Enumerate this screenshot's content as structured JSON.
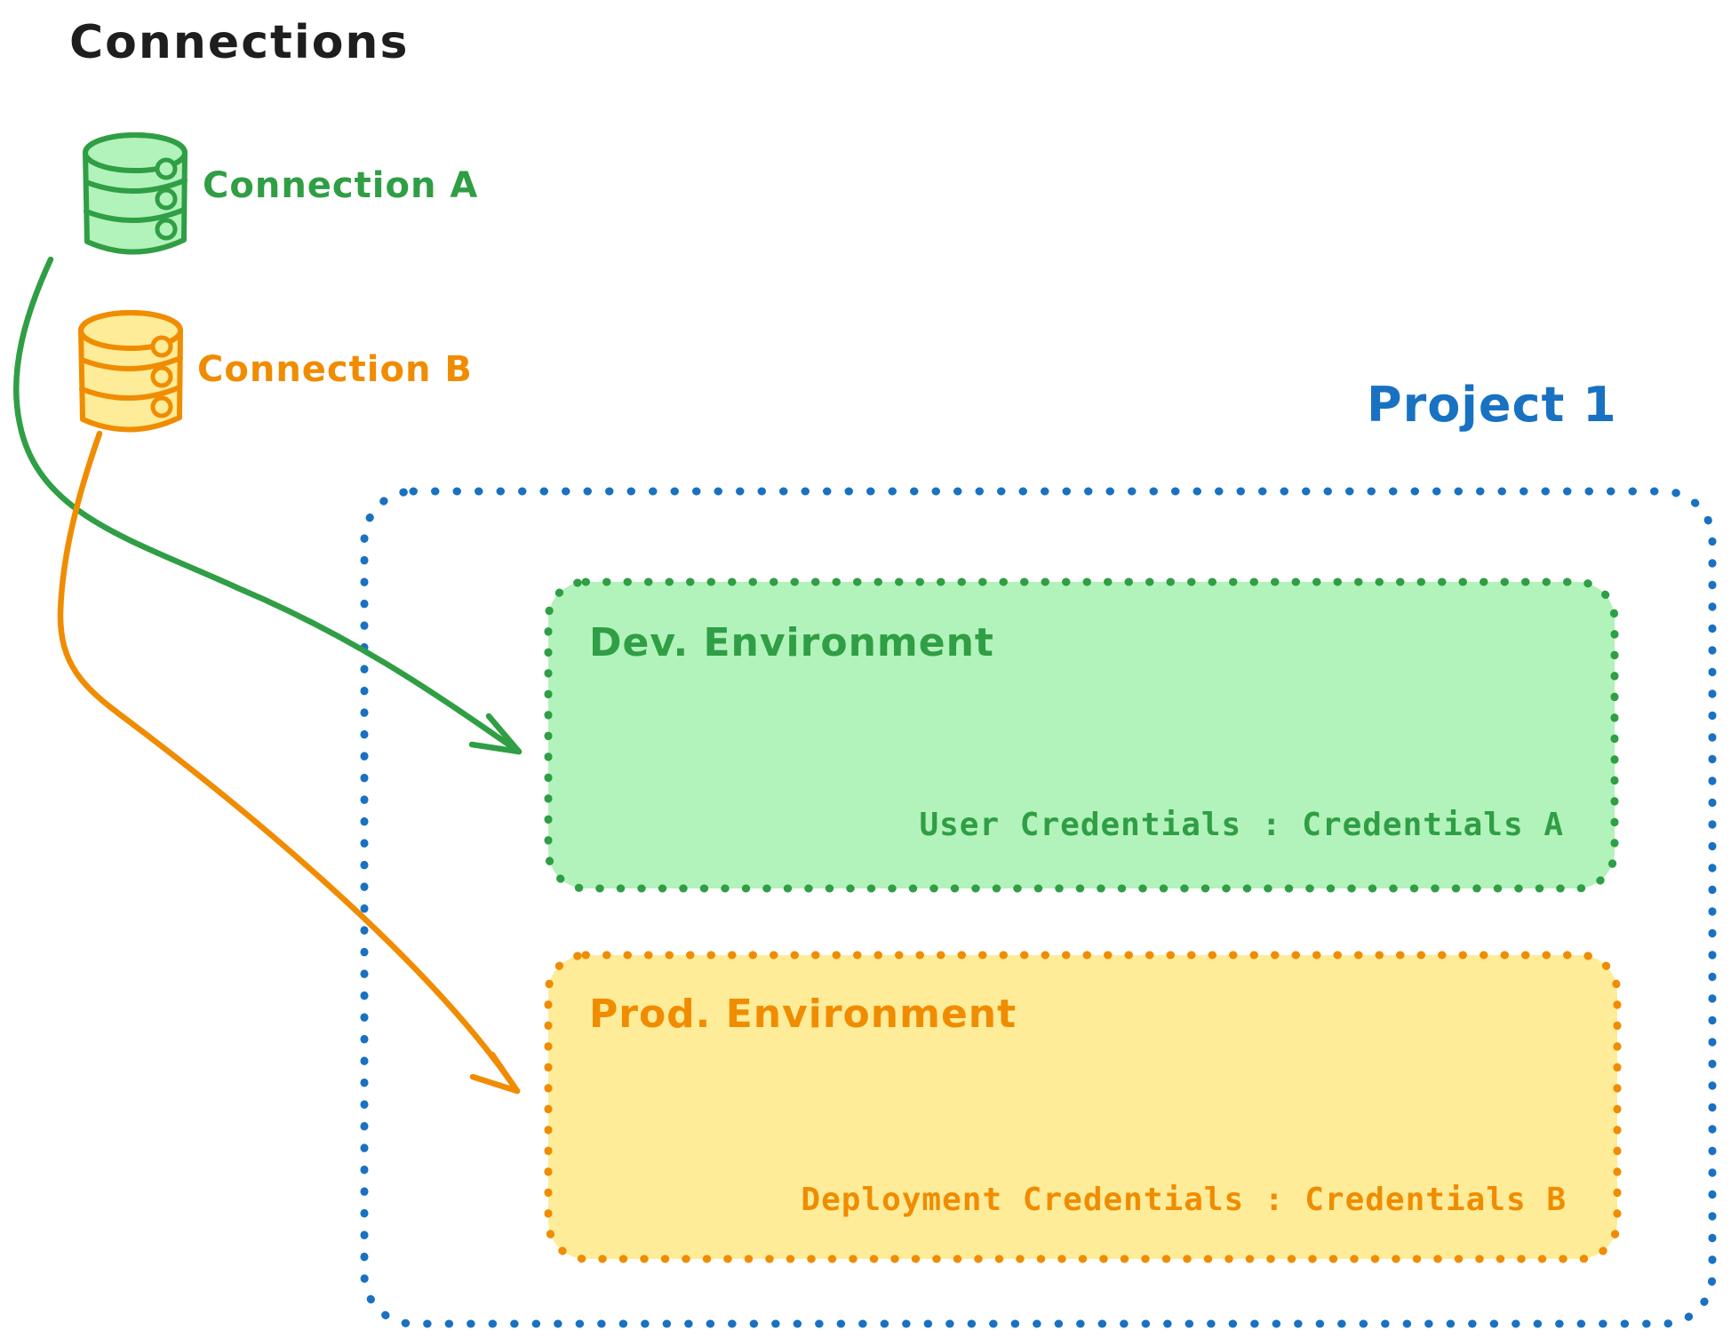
{
  "colors": {
    "ink": "#1e1e1e",
    "green-stroke": "#2f9e44",
    "green-fill": "#b2f2bb",
    "orange-stroke": "#f08c00",
    "orange-fill": "#ffec99",
    "blue-stroke": "#1971c2",
    "bg": "#ffffff"
  },
  "header": {
    "title": "Connections"
  },
  "connections": {
    "a": {
      "label": "Connection A",
      "icon": "database-icon",
      "color": "#2f9e44"
    },
    "b": {
      "label": "Connection B",
      "icon": "database-icon",
      "color": "#f08c00"
    }
  },
  "project": {
    "title": "Project 1",
    "color": "#1971c2",
    "environments": {
      "dev": {
        "title": "Dev. Environment",
        "credentials": "User Credentials : Credentials A",
        "stroke": "#2f9e44",
        "fill": "#b2f2bb"
      },
      "prod": {
        "title": "Prod. Environment",
        "credentials": "Deployment Credentials : Credentials B",
        "stroke": "#f08c00",
        "fill": "#ffec99"
      }
    }
  },
  "arrows": [
    {
      "from": "Connection A",
      "to": "Dev. Environment",
      "color": "#2f9e44"
    },
    {
      "from": "Connection B",
      "to": "Prod. Environment",
      "color": "#f08c00"
    }
  ]
}
